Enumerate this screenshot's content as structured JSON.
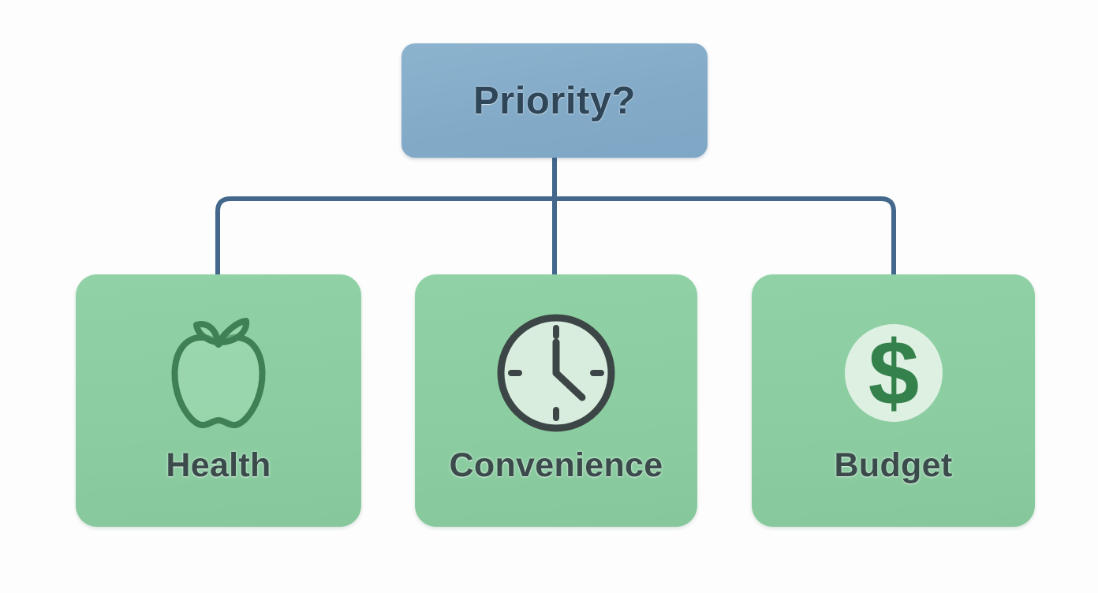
{
  "diagram": {
    "type": "decision-tree",
    "title": "Priority decision tree",
    "root": {
      "label": "Priority?",
      "fill": "#84aecb",
      "text_color": "#2f4558"
    },
    "connector": {
      "color": "#43688c",
      "stroke_width": 6,
      "style": "orthogonal-elbow"
    },
    "children": [
      {
        "label": "Health",
        "icon": "apple-icon",
        "fill": "#8ccfa3",
        "icon_color": "#3f8055",
        "text_color": "#3b4b4b"
      },
      {
        "label": "Convenience",
        "icon": "clock-icon",
        "fill": "#8ccfa3",
        "icon_color": "#3c4646",
        "icon_face_color": "#d9eddf",
        "text_color": "#3b4b4b"
      },
      {
        "label": "Budget",
        "icon": "dollar-icon",
        "fill": "#8ccfa3",
        "icon_color": "#34814c",
        "icon_face_color": "#ddf0e2",
        "text_color": "#3b4b4b"
      }
    ]
  }
}
